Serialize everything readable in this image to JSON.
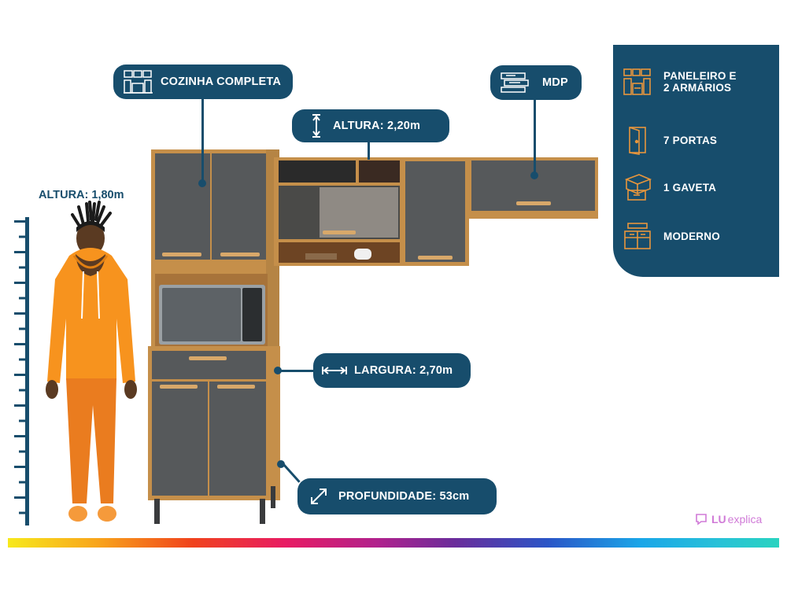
{
  "callouts": {
    "cozinha": "COZINHA COMPLETA",
    "altura_total": "ALTURA: 2,20m",
    "material": "MDP",
    "largura": "LARGURA: 2,70m",
    "profundidade": "PROFUNDIDADE: 53cm"
  },
  "person": {
    "height_label": "ALTURA: 1,80m"
  },
  "features": [
    {
      "icon": "kitchen-set-icon",
      "label": "PANELEIRO E\n2 ARMÁRIOS"
    },
    {
      "icon": "door-icon",
      "label": "7  PORTAS"
    },
    {
      "icon": "drawer-icon",
      "label": "1 GAVETA"
    },
    {
      "icon": "modern-cabinet-icon",
      "label": "MODERNO"
    }
  ],
  "brand": {
    "strong": "LU",
    "rest": "explica"
  },
  "colors": {
    "navy": "#174d6c",
    "wood": "#c58f4a",
    "graphite": "#56595b",
    "person_orange": "#f7931e"
  }
}
